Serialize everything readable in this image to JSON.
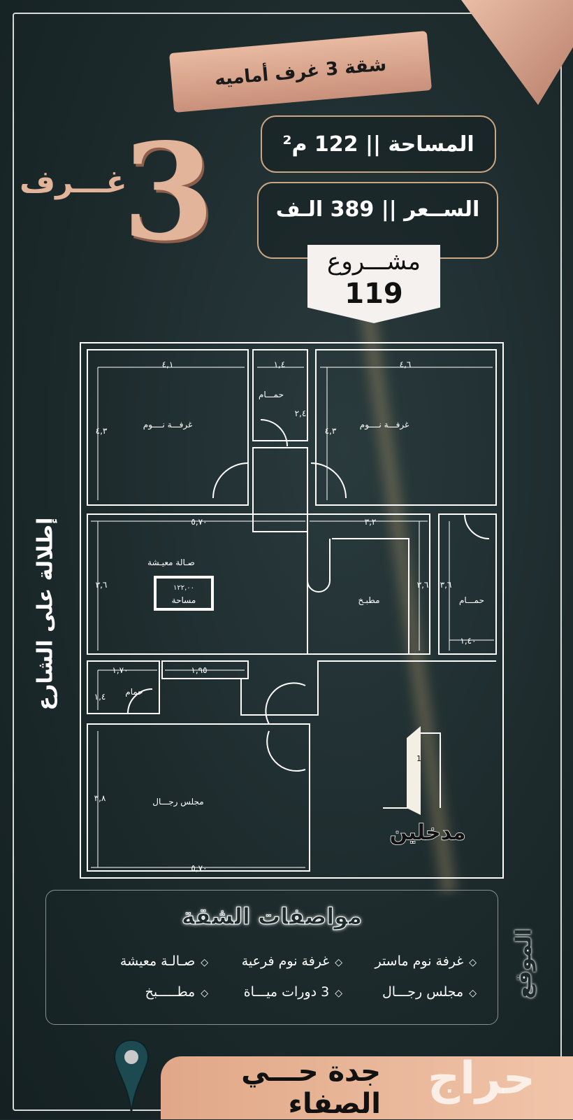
{
  "header": {
    "ribbon": "شقة 3 غرف أماميه",
    "rooms_number": "3",
    "rooms_word": "غـــرف"
  },
  "info": {
    "area_label": "المساحة",
    "area_value": "122 م²",
    "price_label": "الســعر",
    "price_value": "389 الـف",
    "separator": "||"
  },
  "project": {
    "label": "مشـــروع",
    "number": "119"
  },
  "plan": {
    "rooms": {
      "bedroom1": "غرفـــة نــــوم",
      "bedroom2": "غرفـــة نــــوم",
      "bath_top": "حمـــام",
      "living": "صـالة معيـشة",
      "kitchen": "مطبـخ",
      "bath_right": "حمـــام",
      "bath_small": "حمام",
      "majlis": "مجلس رجـــال",
      "area_box_value": "١٢٢,٠٠",
      "area_box_label": "مساحة"
    },
    "dims": {
      "b1_w": "٤,١",
      "bath_w": "١,٤",
      "b2_w": "٤,٦",
      "bath_h": "٢,٤",
      "b1_h": "٤,٣",
      "b2_h": "٤,٣",
      "living_w": "٥,٧٠",
      "kitchen_w": "٣,٢",
      "living_h": "٣,٦",
      "kitchen_h": "٣,٦",
      "bathr_h": "٣,٦",
      "bathr_w": "١,٤٠",
      "bath_small_w": "١,٧٠",
      "closet_w": "١,٩٥",
      "bath_small_h": "١,٤",
      "majlis_h": "٣,٨",
      "majlis_w": "٥,٧٠"
    },
    "entrance": {
      "label": "مدخلين",
      "door_number": "1"
    }
  },
  "side_label": "إطلالة على الشارع",
  "location_vertical": "الموقع",
  "specs": {
    "title": "مواصفات الشقة",
    "items": [
      "غرفة نوم ماستر",
      "غرفة نوم فرعية",
      "صـالـة معيشة",
      "مجلس رجـــال",
      "3 دورات ميـــاة",
      "مطـــــبخ"
    ],
    "bullet": "◇"
  },
  "location": {
    "text": "جدة حـــي الصفاء",
    "icon": "map-pin-icon"
  },
  "watermark": "حراج",
  "colors": {
    "background": "#1c2a2c",
    "accent": "#e2b49a",
    "border": "#caa784"
  }
}
